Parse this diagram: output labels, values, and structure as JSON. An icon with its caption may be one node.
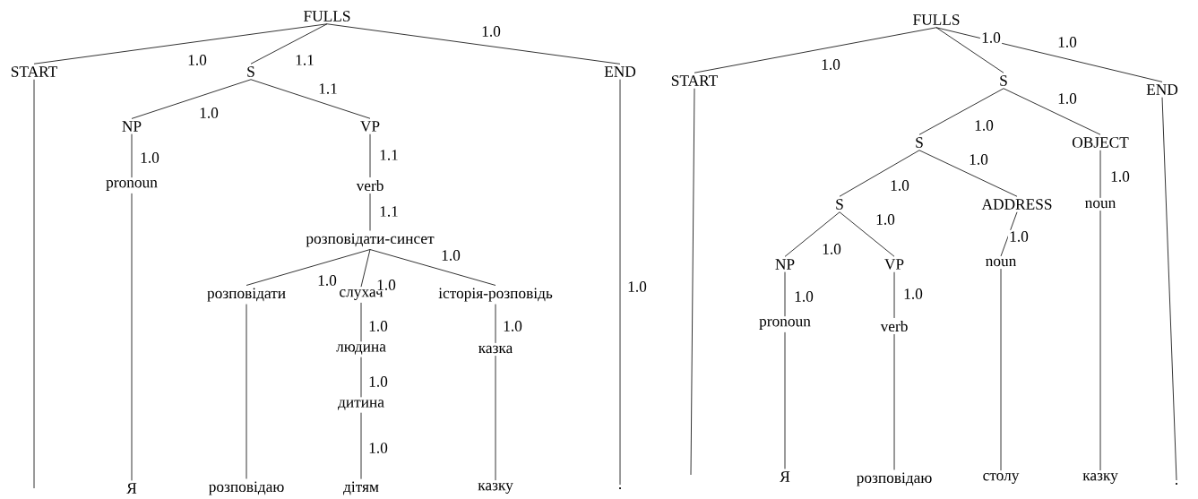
{
  "diagram": {
    "nodes": [
      {
        "text": [
          "FULLS"
        ]
      },
      {
        "text": [
          "START"
        ]
      },
      {
        "text": [
          "S"
        ]
      },
      {
        "text": [
          "END"
        ]
      },
      {
        "text": [
          "NP"
        ]
      },
      {
        "text": [
          "VP"
        ]
      },
      {
        "text": [
          "pronoun"
        ]
      },
      {
        "text": [
          "verb"
        ]
      },
      {
        "text": [
          "розповідати-синсет"
        ]
      },
      {
        "text": [
          "розповідати"
        ]
      },
      {
        "text": [
          "слухач"
        ]
      },
      {
        "text": [
          "історія-розповідь"
        ]
      },
      {
        "text": [
          "людина"
        ]
      },
      {
        "text": [
          "казка"
        ]
      },
      {
        "text": [
          "дитина"
        ]
      },
      {
        "text": [
          "Я"
        ]
      },
      {
        "text": [
          "розповідаю"
        ]
      },
      {
        "text": [
          "дітям"
        ]
      },
      {
        "text": [
          "казку"
        ]
      },
      {
        "text": [
          "."
        ]
      },
      {
        "text": [
          "FULLS"
        ]
      },
      {
        "text": [
          "START"
        ]
      },
      {
        "text": [
          "S"
        ]
      },
      {
        "text": [
          "END"
        ]
      },
      {
        "text": [
          "S"
        ]
      },
      {
        "text": [
          "OBJECT"
        ]
      },
      {
        "text": [
          "S"
        ]
      },
      {
        "text": [
          "ADDRESS"
        ]
      },
      {
        "text": [
          "noun"
        ]
      },
      {
        "text": [
          "NP"
        ]
      },
      {
        "text": [
          "VP"
        ]
      },
      {
        "text": [
          "noun"
        ]
      },
      {
        "text": [
          "pronoun"
        ]
      },
      {
        "text": [
          "verb"
        ]
      },
      {
        "text": [
          "Я"
        ]
      },
      {
        "text": [
          "розповідаю"
        ]
      },
      {
        "text": [
          "столу"
        ]
      },
      {
        "text": [
          "казку"
        ]
      },
      {
        "text": [
          "."
        ]
      }
    ],
    "edges": [
      {
        "from": 0,
        "to": 1,
        "arrow": "none",
        "label": "1.0"
      },
      {
        "from": 0,
        "to": 2,
        "arrow": "none",
        "label": "1.1"
      },
      {
        "from": 0,
        "to": 3,
        "arrow": "none",
        "label": "1.0"
      },
      {
        "from": 2,
        "to": 4,
        "arrow": "none",
        "label": "1.0"
      },
      {
        "from": 2,
        "to": 5,
        "arrow": "none",
        "label": "1.1"
      },
      {
        "from": 4,
        "to": 6,
        "arrow": "none",
        "label": "1.0"
      },
      {
        "from": 5,
        "to": 7,
        "arrow": "none",
        "label": "1.1"
      },
      {
        "from": 7,
        "to": 8,
        "arrow": "none",
        "label": "1.1"
      },
      {
        "from": 8,
        "to": 9,
        "arrow": "none",
        "label": "1.0"
      },
      {
        "from": 8,
        "to": 10,
        "arrow": "none",
        "label": "1.0"
      },
      {
        "from": 8,
        "to": 11,
        "arrow": "none",
        "label": "1.0"
      },
      {
        "from": 10,
        "to": 12,
        "arrow": "none",
        "label": "1.0"
      },
      {
        "from": 12,
        "to": 14,
        "arrow": "none",
        "label": "1.0"
      },
      {
        "from": 14,
        "to": 17,
        "arrow": "none",
        "label": "1.0"
      },
      {
        "from": 11,
        "to": 13,
        "arrow": "none",
        "label": "1.0"
      },
      {
        "from": 13,
        "to": 18,
        "arrow": "none"
      },
      {
        "from": 9,
        "to": 16,
        "arrow": "none"
      },
      {
        "from": 6,
        "to": 15,
        "arrow": "none"
      },
      {
        "from": 1,
        "to": null,
        "arrow": "none"
      },
      {
        "from": 3,
        "to": 19,
        "arrow": "none",
        "label": "1.0"
      },
      {
        "from": 20,
        "to": 21,
        "arrow": "none",
        "label": "1.0"
      },
      {
        "from": 20,
        "to": 22,
        "arrow": "none",
        "label": "1.0"
      },
      {
        "from": 20,
        "to": 23,
        "arrow": "none",
        "label": "1.0"
      },
      {
        "from": 22,
        "to": 24,
        "arrow": "none",
        "label": "1.0"
      },
      {
        "from": 22,
        "to": 25,
        "arrow": "none",
        "label": "1.0"
      },
      {
        "from": 24,
        "to": 26,
        "arrow": "none",
        "label": "1.0"
      },
      {
        "from": 24,
        "to": 27,
        "arrow": "none",
        "label": "1.0"
      },
      {
        "from": 26,
        "to": 29,
        "arrow": "none",
        "label": "1.0"
      },
      {
        "from": 26,
        "to": 30,
        "arrow": "none",
        "label": "1.0"
      },
      {
        "from": 29,
        "to": 32,
        "arrow": "none",
        "label": "1.0"
      },
      {
        "from": 30,
        "to": 33,
        "arrow": "none",
        "label": "1.0"
      },
      {
        "from": 27,
        "to": 31,
        "arrow": "none",
        "label": "1.0"
      },
      {
        "from": 25,
        "to": 28,
        "arrow": "none",
        "label": "1.0"
      },
      {
        "from": 32,
        "to": 34,
        "arrow": "none"
      },
      {
        "from": 33,
        "to": 35,
        "arrow": "none"
      },
      {
        "from": 31,
        "to": 36,
        "arrow": "none"
      },
      {
        "from": 28,
        "to": 37,
        "arrow": "none"
      },
      {
        "from": 21,
        "to": null,
        "arrow": "none"
      },
      {
        "from": 23,
        "to": 38,
        "arrow": "none"
      }
    ]
  }
}
